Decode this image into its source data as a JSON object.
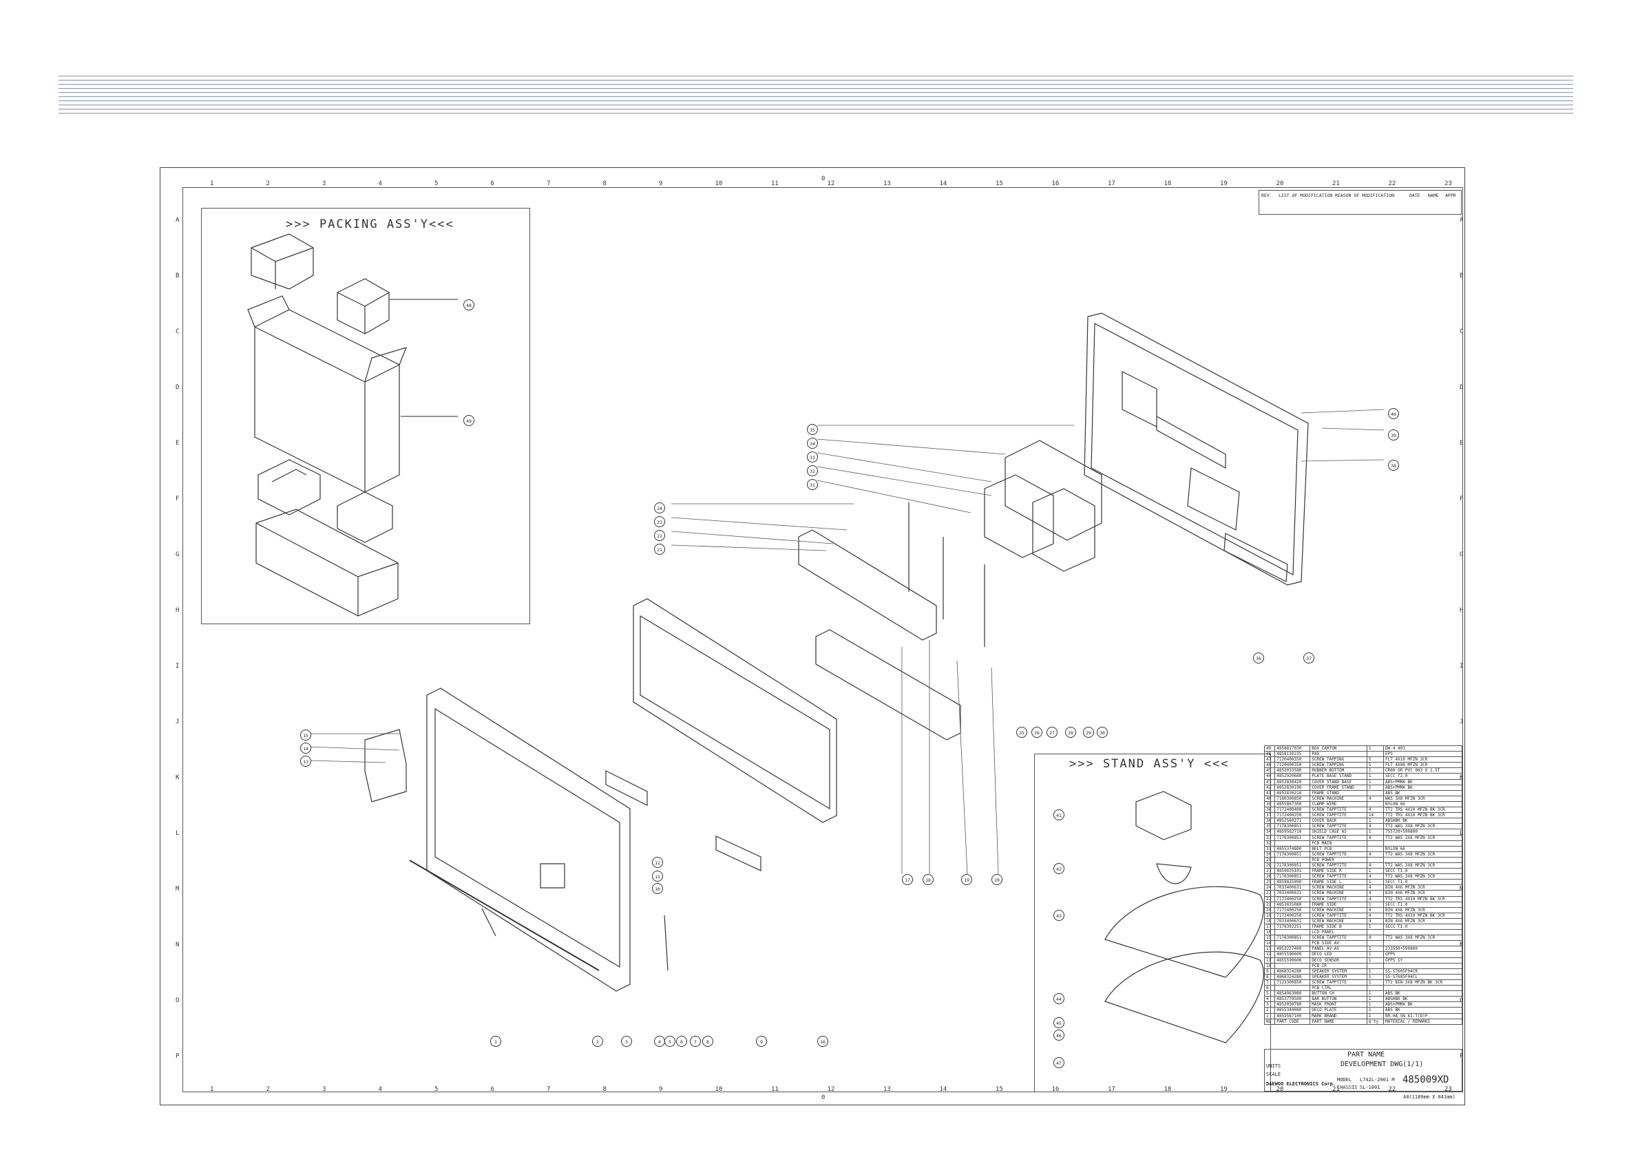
{
  "packing": {
    "title": ">>> PACKING ASS'Y<<<"
  },
  "stand": {
    "title": ">>> STAND ASS'Y <<<"
  },
  "center_mark": "0",
  "rev_block": {
    "rev": "REV",
    "list": "LIST OF MODIFICATION",
    "reason": "REASON OF MODIFICATION",
    "date": "DATE",
    "name": "NAME",
    "appr": "APPR"
  },
  "bom_rows": [
    [
      "49",
      "4858817030",
      "BOX CARTON",
      "1",
      "DW-4 401"
    ],
    [
      "48",
      "4858130235",
      "PAD",
      "",
      "EPS"
    ],
    [
      "47",
      "7120400350",
      "SCREW TAPPING",
      "5",
      "FLT 4X10 MFZN 3CR"
    ],
    [
      "46",
      "7120400350",
      "SCREW TAPPING",
      "5",
      "FLT 4X08 MFZN 3CR"
    ],
    [
      "45",
      "4852033580",
      "RUBBER BOTTOM",
      "1",
      "CR60 OR PVC 063 X 1.5T"
    ],
    [
      "44",
      "4852920680",
      "PLATE BASE STAND",
      "1",
      "SECC T2.0"
    ],
    [
      "43",
      "4852830420",
      "COVER STAND BASE",
      "1",
      "ABS+PMMA BK"
    ],
    [
      "42",
      "4852830190",
      "COVER FRAME STAND",
      "1",
      "ABS+PMMA BK"
    ],
    [
      "41",
      "4852830210",
      "FRAME STAND",
      "",
      "ABS BK"
    ],
    [
      "40",
      "7180300850",
      "SCREW MACHINE",
      "4",
      "WAS 3X8 MFZN 3CR"
    ],
    [
      "39",
      "4855867300",
      "CLAMP WIRE",
      "",
      "NYLON 66"
    ],
    [
      "38",
      "7172400400",
      "SCREW TAPPTITE",
      "4",
      "TT2 TRS 4X10 MFZN BK 3CR"
    ],
    [
      "37",
      "7172400250",
      "SCREW TAPPTITE",
      "14",
      "TT2 TRS 4X10 MFZN BK 3CR"
    ],
    [
      "36",
      "4852560271",
      "COVER BACK",
      "1",
      "ABSHB0 BK"
    ],
    [
      "35",
      "7178300851",
      "SCREW TAPPTITE",
      "4",
      "TT2 WAS 3X8 MFZN 3CR"
    ],
    [
      "34",
      "4859562710",
      "SHIELD CASE AS",
      "1",
      "755720+590800"
    ],
    [
      "33",
      "7178300851",
      "SCREW TAPPTITE",
      "4",
      "TT2 WAS 3X8 MFZN 3CR"
    ],
    [
      "32",
      "",
      "PCB MAIN",
      "",
      ""
    ],
    [
      "31",
      "4855374800",
      "BELT PCB",
      "",
      "NYLON 66"
    ],
    [
      "30",
      "7178300851",
      "SCREW TAPPTITE",
      "4",
      "TT2 WAS 3X8 MFZN 3CR"
    ],
    [
      "29",
      "",
      "PCB POWER",
      "",
      ""
    ],
    [
      "28",
      "7178300851",
      "SCREW TAPPTITE",
      "4",
      "TT2 WAS 3X8 MFZN 3CR"
    ],
    [
      "27",
      "4859835101",
      "FRAME SIDE R",
      "1",
      "SECC T1.0"
    ],
    [
      "26",
      "7178300851",
      "SCREW TAPPTITE",
      "4",
      "TT2 WAS 3X8 MFZN 3CR"
    ],
    [
      "25",
      "4859835090",
      "FRAME SIDE L",
      "1",
      "SECC T1.0"
    ],
    [
      "24",
      "7033400631",
      "SCREW MACHINE",
      "4",
      "BIN 4X6 MFZN 3CR"
    ],
    [
      "23",
      "7033400631",
      "SCREW MACHINE",
      "4",
      "BIN 4X6 MFZN 3CR"
    ],
    [
      "22",
      "7172400250",
      "SCREW TAPPTITE",
      "4",
      "TT2 TRS 4X10 MFZN BK 3CR"
    ],
    [
      "21",
      "4853835080",
      "FRAME SIDE",
      "1",
      "SECC T1.0"
    ],
    [
      "20",
      "7172400250",
      "SCREW MACHINE",
      "4",
      "BIN 4X6 MFZN 3CR"
    ],
    [
      "19",
      "7172400250",
      "SCREW TAPPTITE",
      "4",
      "TT2 TRS 4X10 MFZN BK 3CR"
    ],
    [
      "18",
      "7033400631",
      "SCREW MACHINE",
      "4",
      "BIN 4X6 MFZN 3CR"
    ],
    [
      "17",
      "7178302251",
      "FRAME SIDE B",
      "1",
      "SECC T1.0"
    ],
    [
      "16",
      "",
      "LCD PANEL",
      "",
      ""
    ],
    [
      "15",
      "7178300851",
      "SCREW TAPPTITE",
      "4",
      "TT2 WAS 3X8 MFZN 3CR"
    ],
    [
      "14",
      "",
      "PCB SIDE AV",
      "",
      ""
    ],
    [
      "13",
      "4853227400",
      "PANEL AV AS",
      "1",
      "233550+590800"
    ],
    [
      "12",
      "4855590600",
      "DECO LED",
      "1",
      "GPPS"
    ],
    [
      "11",
      "4855590600",
      "DECO SENSOR",
      "1",
      "GPPS SY"
    ],
    [
      "10",
      "",
      "PCB IR",
      "",
      ""
    ],
    [
      "9",
      "4868324280",
      "SPEAKER SYSTEM",
      "1",
      "SS-S7605F04CR"
    ],
    [
      "8",
      "4868324280",
      "SPEAKER SYSTEM",
      "1",
      "SS-S7605F04CL"
    ],
    [
      "7",
      "7123300850",
      "SCREW TAPPTITE",
      "1",
      "TT2 BIN 3X8 MFZN BK 3CR"
    ],
    [
      "6",
      "",
      "PCB CTRL",
      "",
      ""
    ],
    [
      "5",
      "4854963080",
      "BUTTON CH",
      "1",
      "ABS BK"
    ],
    [
      "4",
      "4853779500",
      "BAR BUTTON",
      "1",
      "ABSHB0 BK"
    ],
    [
      "3",
      "4852050780",
      "MASK FRONT",
      "1",
      "ABS+PMMA BK"
    ],
    [
      "2",
      "4855344080",
      "DECO PLATE",
      "1",
      "ABS BK"
    ],
    [
      "1",
      "4852567100",
      "MARK BRAND",
      "1",
      "BR-HA SN 61-T(D)P"
    ]
  ],
  "bom_header": {
    "no": "NO",
    "part": "PART CODE",
    "name": "PART NAME",
    "qty": "Q'ty",
    "mat": "MATERIAL",
    "rem": "REMARKS"
  },
  "title_block": {
    "part_name_label": "PART NAME",
    "dev_dwg": "DEVELOPMENT DWG(1/1)",
    "company": "DAEWOO ELECTRONICS Corp.",
    "model_label": "MODEL",
    "model": "L742L-2001 M",
    "chassis_label": "CHASSIS",
    "chassis": "SL-1001",
    "dwg_no": "485009XD",
    "size_note": "A0(1189mm X 841mm)",
    "units": "UNITS",
    "scale": "SCALE"
  },
  "callouts_main": [
    "1",
    "2",
    "3",
    "4",
    "5",
    "6",
    "7",
    "8",
    "9",
    "10",
    "11",
    "12",
    "13",
    "14",
    "15",
    "16",
    "17",
    "18",
    "19",
    "20",
    "21",
    "22",
    "23",
    "24",
    "25",
    "26",
    "27",
    "28",
    "29",
    "30",
    "31",
    "32",
    "33",
    "34",
    "35",
    "36",
    "37",
    "38",
    "39",
    "40"
  ],
  "callouts_packing": [
    "48",
    "49"
  ],
  "callouts_stand": [
    "41",
    "42",
    "43",
    "44",
    "45",
    "46",
    "47"
  ],
  "zone_numbers": [
    "1",
    "2",
    "3",
    "4",
    "5",
    "6",
    "7",
    "8",
    "9",
    "10",
    "11",
    "12",
    "13",
    "14",
    "15",
    "16",
    "17",
    "18",
    "19",
    "20",
    "21",
    "22",
    "23"
  ],
  "zone_letters": [
    "A",
    "B",
    "C",
    "D",
    "E",
    "F",
    "G",
    "H",
    "I",
    "J",
    "K",
    "L",
    "M",
    "N",
    "O",
    "P"
  ]
}
